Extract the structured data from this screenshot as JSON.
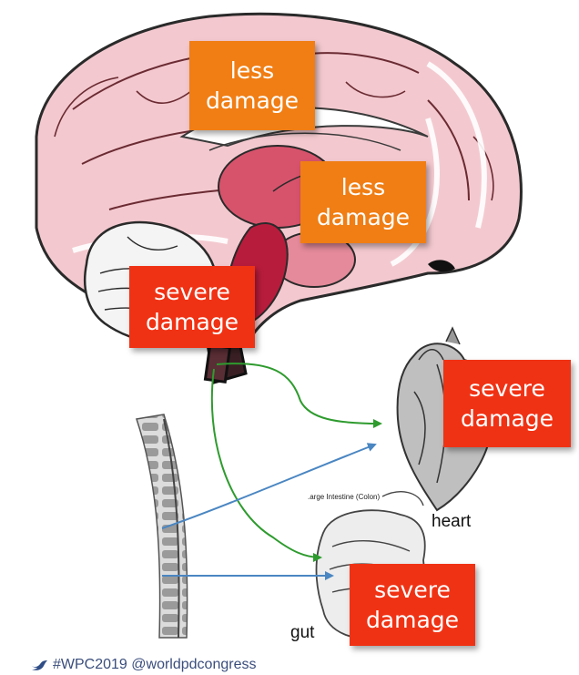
{
  "boxes": {
    "less_top": {
      "line1": "less",
      "line2": "damage"
    },
    "less_mid": {
      "line1": "less",
      "line2": "damage"
    },
    "severe_brainstem": {
      "line1": "severe",
      "line2": "damage"
    },
    "severe_heart": {
      "line1": "severe",
      "line2": "damage"
    },
    "severe_gut": {
      "line1": "severe",
      "line2": "damage"
    }
  },
  "labels": {
    "heart": "heart",
    "gut": "gut",
    "colon_small": ".arge Intestine (Colon)"
  },
  "footer": {
    "hashtag_handle": "#WPC2019 @worldpdcongress",
    "icon": "bird-icon"
  },
  "colors": {
    "less_damage": "#f07e14",
    "severe_damage": "#f03214",
    "green_arrow": "#2e9b2e",
    "blue_arrow": "#4a86c2"
  }
}
